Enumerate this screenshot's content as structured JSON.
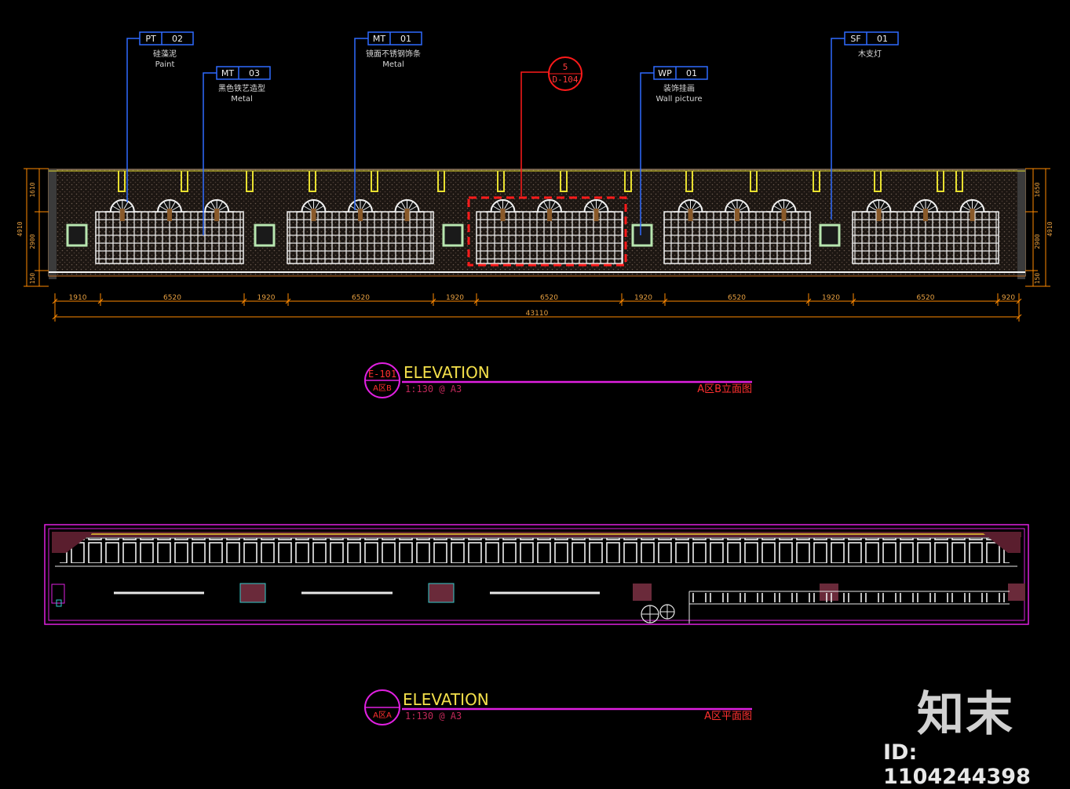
{
  "tags": [
    {
      "code": "PT",
      "num": "02",
      "cn": "硅藻泥",
      "en": "Paint",
      "color": "#3a7bff"
    },
    {
      "code": "MT",
      "num": "03",
      "cn": "黑色铁艺造型",
      "en": "Metal",
      "color": "#3a7bff"
    },
    {
      "code": "MT",
      "num": "01",
      "cn": "镜面不锈钢饰条",
      "en": "Metal",
      "color": "#3a7bff"
    },
    {
      "code": "WP",
      "num": "01",
      "cn": "装饰挂画",
      "en": "Wall picture",
      "color": "#3a7bff"
    },
    {
      "code": "SF",
      "num": "01",
      "cn": "木支灯",
      "en": "",
      "color": "#3a7bff"
    }
  ],
  "detail_callout": {
    "top": "5",
    "bottom": "D-104"
  },
  "dimensions": {
    "horizontal": [
      "1910",
      "6520",
      "1920",
      "6520",
      "1920",
      "6520",
      "1920",
      "6520",
      "1920",
      "6520",
      "920"
    ],
    "total": "43110",
    "left_vertical": [
      "1610",
      "4910",
      "2900",
      "150"
    ],
    "right_vertical": [
      "1650",
      "4910",
      "2900",
      "150"
    ]
  },
  "titles": [
    {
      "badge_top": "E-101",
      "badge_bottom": "A区B",
      "heading": "ELEVATION",
      "scale": "1:130 @ A3",
      "caption": "A区B立面图"
    },
    {
      "badge_top": "",
      "badge_bottom": "A区A",
      "heading": "ELEVATION",
      "scale": "1:130 @ A3",
      "caption": "A区平面图"
    }
  ],
  "watermark": {
    "brand": "知末",
    "id_text": "ID: 1104244398"
  },
  "colors": {
    "background": "#000000",
    "dimension": "#ff8a00",
    "tag_line": "#2f6bff",
    "tag_text": "#e8e8e8",
    "callout": "#ff1a1a",
    "magenta": "#e020e0",
    "yellow": "#e8e030",
    "title_yellow": "#f4e04a",
    "wall_fill": "#2a1f1a",
    "grille": "#f2f2f2",
    "frame_green": "#b8e6b0",
    "sofa": "#6a2a3a"
  }
}
